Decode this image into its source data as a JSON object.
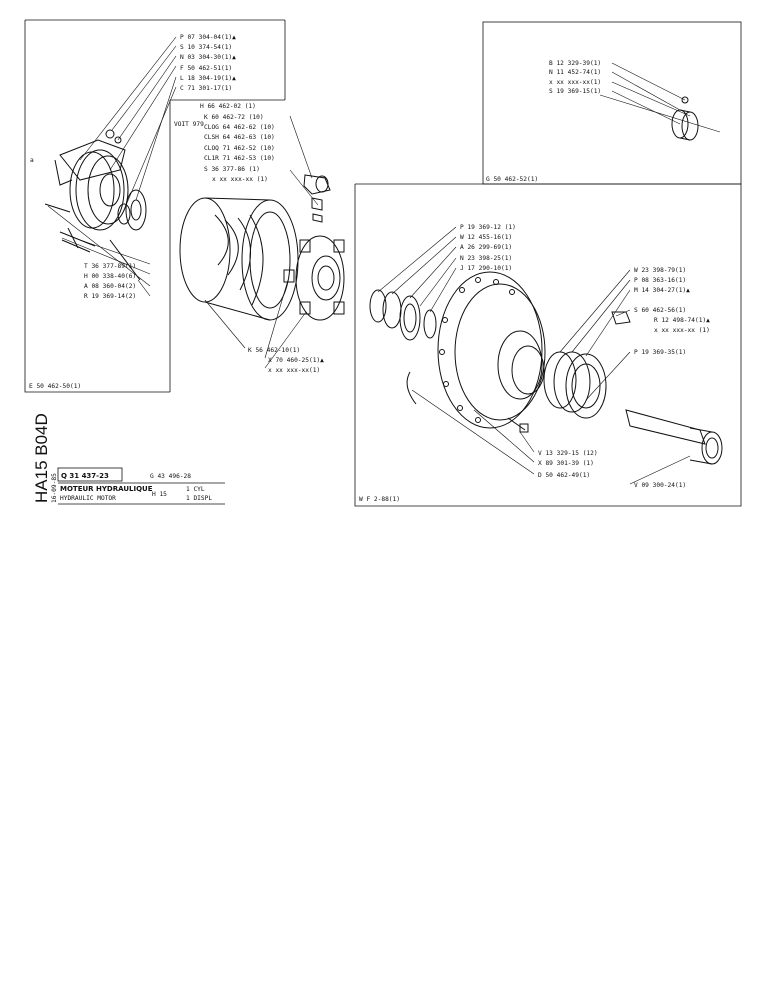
{
  "sheet": {
    "side_code": "HA15 B04D",
    "date": "16-09-85",
    "part_number": "Q 31 437-23",
    "revision": "G 43 496-28",
    "title_fr": "MOTEUR HYDRAULIQUE",
    "title_en": "HYDRAULIC MOTOR",
    "model": "H 15",
    "qty_cyl": "1 CYL",
    "qty_displ": "1 DISPL"
  },
  "groups": {
    "left": "E 50 462-50(1)",
    "top_right": "G 50 462-52(1)",
    "bottom_right": "W F   2-88(1)"
  },
  "callouts_left_top": [
    "P 07 304-04(1)▲",
    "S 10 374-54(1)",
    "N 03 304-30(1)▲",
    "F 50 462-51(1)",
    "L 18 304-19(1)▲",
    "C 71 301-17(1)"
  ],
  "callouts_center": [
    "H 66 462-02 (1)",
    "K 60 462-72 (10)",
    "CLOG 64 462-62 (10)",
    "CLSH 64 462-63 (10)",
    "CLOQ 71 462-52 (10)",
    "CL1R 71 462-53 (10)",
    "S 36 377-86 (1)",
    "x xx xxx-xx (1)"
  ],
  "center_tag": "VOIT 979",
  "callouts_left_bottom": [
    "T 36 377-89(1)",
    "H 00 338-40(6)",
    "A 08 360-04(2)",
    "R 19 369-14(2)"
  ],
  "callouts_housing": [
    "K 56 462-10(1)",
    "X 70 460-25(1)▲",
    "x xx xxx-xx(1)"
  ],
  "callouts_top_right": [
    "B 12 329-39(1)",
    "N 11 452-74(1)",
    "x xx xxx-xx(1)",
    "S 19 369-15(1)"
  ],
  "callouts_bearing": [
    "P 19 369-12 (1)",
    "W 12 455-16(1)",
    "A 26 299-69(1)",
    "N 23 398-25(1)",
    "J 17 290-10(1)"
  ],
  "callouts_right": [
    "W 23 398-79(1)",
    "P 08 363-16(1)",
    "M 14 304-27(1)▲",
    "S 60 462-56(1)",
    "R 12 498-74(1)▲",
    "x xx xxx-xx (1)",
    "P 19 369-35(1)"
  ],
  "callouts_bottom": [
    "V 13 329-15 (12)",
    "X 89 301-39 (1)",
    "D 50 462-49(1)"
  ],
  "callout_shaft": "V 09 300-24(1)",
  "letter_a": "a"
}
